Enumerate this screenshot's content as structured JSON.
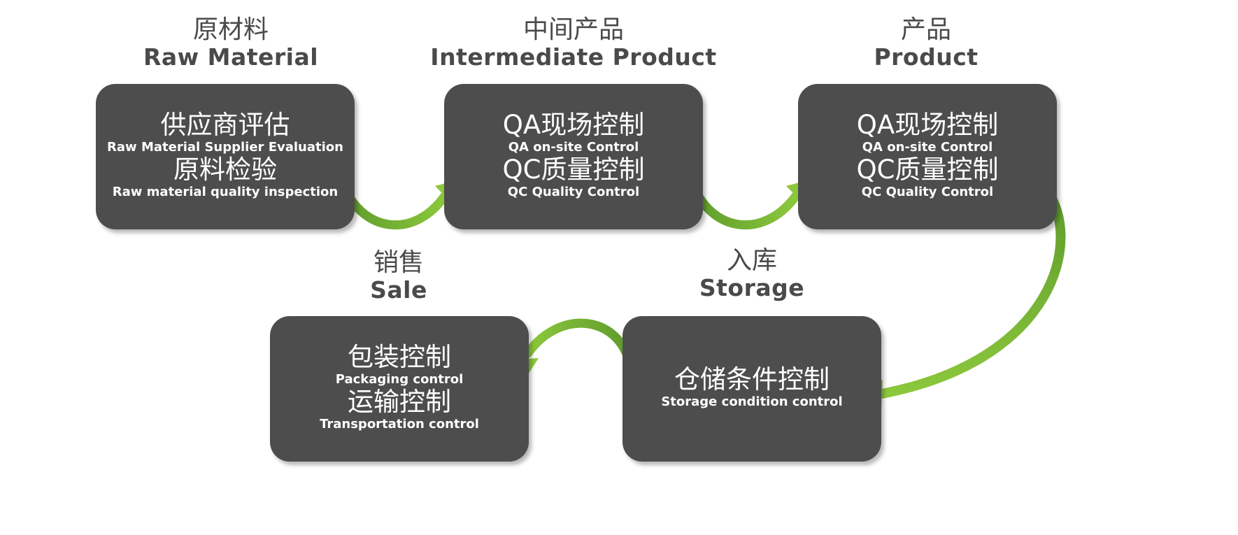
{
  "colors": {
    "box_fill": "#4d4d4d",
    "title_text": "#4a4a4a",
    "arrow_light": "#8cc83c",
    "arrow_dark": "#5e9a2c"
  },
  "stages": {
    "raw": {
      "title_cn": "原材料",
      "title_en": "Raw Material",
      "lines": [
        {
          "cn": "供应商评估",
          "en": "Raw Material Supplier Evaluation"
        },
        {
          "cn": "原料检验",
          "en": "Raw material quality inspection"
        }
      ]
    },
    "intermediate": {
      "title_cn": "中间产品",
      "title_en": "Intermediate Product",
      "lines": [
        {
          "cn": "QA现场控制",
          "en": "QA on-site Control"
        },
        {
          "cn": "QC质量控制",
          "en": "QC Quality Control"
        }
      ]
    },
    "product": {
      "title_cn": "产品",
      "title_en": "Product",
      "lines": [
        {
          "cn": "QA现场控制",
          "en": "QA on-site Control"
        },
        {
          "cn": "QC质量控制",
          "en": "QC Quality Control"
        }
      ]
    },
    "storage": {
      "title_cn": "入库",
      "title_en": "Storage",
      "lines": [
        {
          "cn": "仓储条件控制",
          "en": "Storage condition control"
        }
      ]
    },
    "sale": {
      "title_cn": "销售",
      "title_en": "Sale",
      "lines": [
        {
          "cn": "包装控制",
          "en": "Packaging control"
        },
        {
          "cn": "运输控制",
          "en": "Transportation control"
        }
      ]
    }
  },
  "icons": {
    "arrow1": "curved-arrow-icon",
    "arrow2": "curved-arrow-icon",
    "arrow3": "curved-arrow-icon",
    "arrow4": "curved-arrow-icon"
  }
}
